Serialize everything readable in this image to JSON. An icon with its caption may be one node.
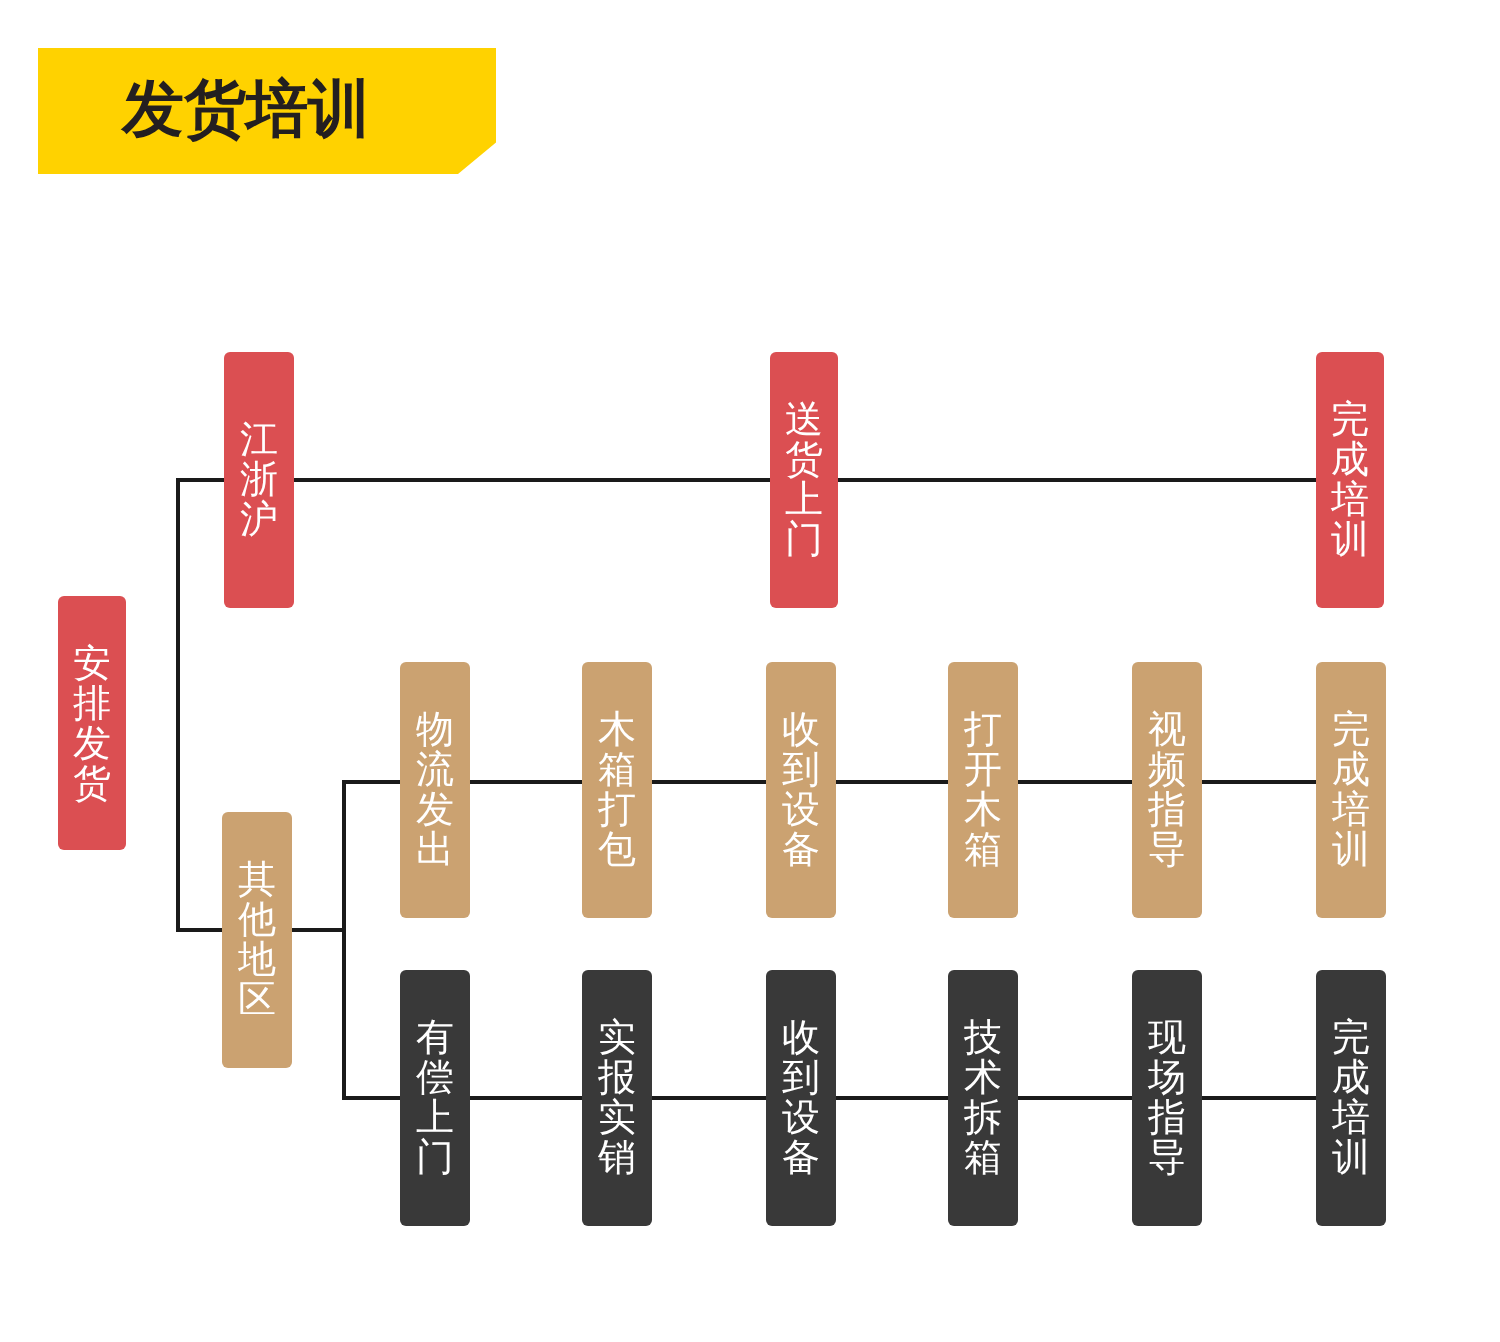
{
  "diagram": {
    "title": "发货培训",
    "nodes": [
      {
        "text": [
          "安排发货"
        ]
      },
      {
        "text": [
          "江浙沪"
        ]
      },
      {
        "text": [
          "送货上门"
        ]
      },
      {
        "text": [
          "完成培训"
        ]
      },
      {
        "text": [
          "其他地区"
        ]
      },
      {
        "text": [
          "物流发出"
        ]
      },
      {
        "text": [
          "木箱打包"
        ]
      },
      {
        "text": [
          "收到设备"
        ]
      },
      {
        "text": [
          "打开木箱"
        ]
      },
      {
        "text": [
          "视频指导"
        ]
      },
      {
        "text": [
          "完成培训"
        ]
      },
      {
        "text": [
          "有偿上门"
        ]
      },
      {
        "text": [
          "实报实销"
        ]
      },
      {
        "text": [
          "收到设备"
        ]
      },
      {
        "text": [
          "技术拆箱"
        ]
      },
      {
        "text": [
          "现场指导"
        ]
      },
      {
        "text": [
          "完成培训"
        ]
      }
    ],
    "edges": [
      {
        "from": 1,
        "to": 2,
        "arrow": "none"
      },
      {
        "from": 2,
        "to": 3,
        "arrow": "none"
      },
      {
        "from": 1,
        "to": 4,
        "arrow": "none"
      },
      {
        "from": 4,
        "to": 5,
        "arrow": "none"
      },
      {
        "from": 4,
        "to": 11,
        "arrow": "none"
      },
      {
        "from": 5,
        "to": 6,
        "arrow": "none"
      },
      {
        "from": 6,
        "to": 7,
        "arrow": "none"
      },
      {
        "from": 7,
        "to": 8,
        "arrow": "none"
      },
      {
        "from": 8,
        "to": 9,
        "arrow": "none"
      },
      {
        "from": 9,
        "to": 10,
        "arrow": "none"
      },
      {
        "from": 11,
        "to": 12,
        "arrow": "none"
      },
      {
        "from": 12,
        "to": 13,
        "arrow": "none"
      },
      {
        "from": 13,
        "to": 14,
        "arrow": "none"
      },
      {
        "from": 14,
        "to": 15,
        "arrow": "none"
      },
      {
        "from": 15,
        "to": 16,
        "arrow": "none"
      }
    ]
  }
}
